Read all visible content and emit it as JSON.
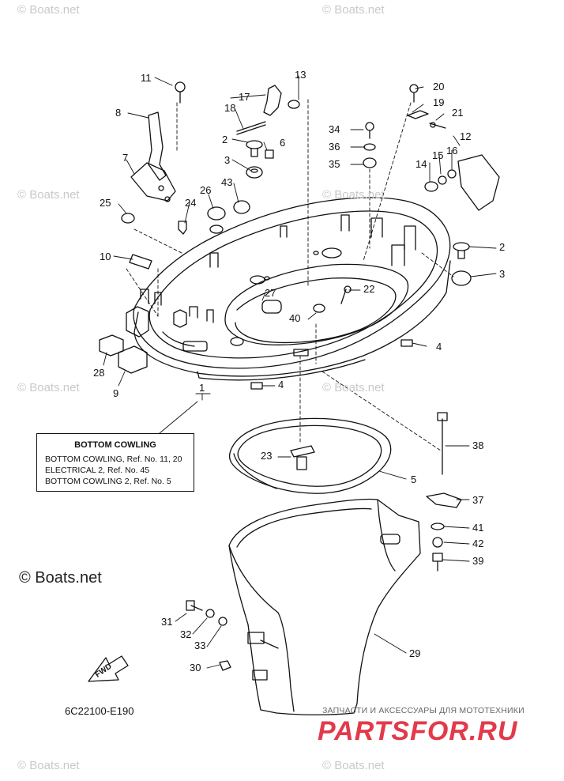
{
  "watermarks": [
    {
      "id": "wm-top-left",
      "text": "© Boats.net"
    },
    {
      "id": "wm-top-right",
      "text": "© Boats.net"
    },
    {
      "id": "wm-mid-left",
      "text": "© Boats.net"
    },
    {
      "id": "wm-mid-right",
      "text": "© Boats.net"
    },
    {
      "id": "wm-low-left",
      "text": "© Boats.net"
    },
    {
      "id": "wm-low-right",
      "text": "© Boats.net"
    },
    {
      "id": "wm-bottom-left",
      "text": "© Boats.net"
    },
    {
      "id": "wm-bottom-right",
      "text": "© Boats.net"
    }
  ],
  "watermark_main": "© Boats.net",
  "callouts": [
    "11",
    "13",
    "17",
    "8",
    "18",
    "2",
    "6",
    "20",
    "19",
    "21",
    "34",
    "36",
    "35",
    "12",
    "7",
    "3",
    "43",
    "26",
    "15",
    "16",
    "14",
    "25",
    "24",
    "10",
    "22",
    "27",
    "40",
    "2",
    "3",
    "4",
    "4",
    "28",
    "9",
    "1",
    "23",
    "5",
    "38",
    "37",
    "41",
    "42",
    "39",
    "31",
    "32",
    "33",
    "30",
    "29"
  ],
  "info_box": {
    "title": "BOTTOM COWLING",
    "lines": [
      "BOTTOM COWLING,  Ref. No. 11, 20",
      "ELECTRICAL 2,  Ref. No. 45",
      "BOTTOM COWLING 2,  Ref. No. 5"
    ]
  },
  "fwd_label": "FWD",
  "diagram_code": "6C22100-E190",
  "shop": {
    "subtitle": "ЗАПЧАСТИ И АКСЕССУАРЫ ДЛЯ МОТОТЕХНИКИ",
    "logo": "PARTSFOR.RU",
    "color": "#e23a4a"
  }
}
